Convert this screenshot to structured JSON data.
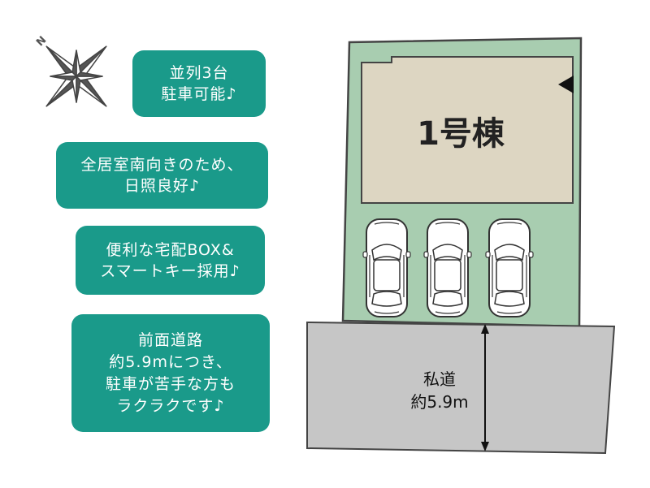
{
  "compass": {
    "north_label": "N",
    "icon": "compass-rose-icon"
  },
  "badges": [
    {
      "lines": [
        "並列3台",
        "駐車可能♪"
      ]
    },
    {
      "lines": [
        "全居室南向きのため、",
        "日照良好♪"
      ]
    },
    {
      "lines": [
        "便利な宅配BOX&",
        "スマートキー採用♪"
      ]
    },
    {
      "lines": [
        "前面道路",
        "約5.9mにつき、",
        "駐車が苦手な方も",
        "ラクラクです♪"
      ]
    }
  ],
  "site": {
    "building_label": "1号棟",
    "entrance_icon": "entrance-triangle-icon",
    "parking_count": 3
  },
  "road": {
    "name": "私道",
    "width": "約5.9m"
  },
  "colors": {
    "badge": "#1a9a8a",
    "lot": "#a8cdb0",
    "building": "#ddd6c2",
    "road": "#c6c6c6"
  }
}
